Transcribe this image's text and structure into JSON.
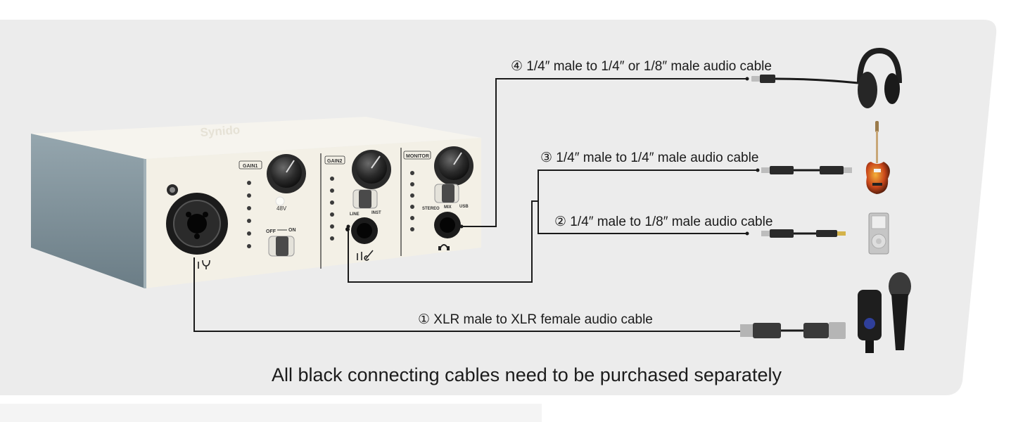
{
  "device": {
    "brand": "Synido",
    "knob_labels": [
      "GAIN1",
      "GAIN2",
      "MONITOR"
    ],
    "phantom_label": "48V",
    "phantom_switch": [
      "OFF",
      "ON"
    ],
    "line_inst": [
      "LINE",
      "INST"
    ],
    "monitor_modes": [
      "STEREO",
      "MIX",
      "USB"
    ]
  },
  "cables": [
    {
      "label": "④ 1/4″ male to 1/4″ or 1/8″ male audio cable",
      "target": "headphones-icon"
    },
    {
      "label": "③ 1/4″ male to 1/4″ male audio cable",
      "target": "electric-guitar-icon"
    },
    {
      "label": "② 1/4″ male to 1/8″ male audio cable",
      "target": "music-player-icon"
    },
    {
      "label": "① XLR male to XLR female audio cable",
      "target": "microphones-icon"
    }
  ],
  "footer_note": "All black connecting cables need to be purchased separately",
  "colors": {
    "panel": "#ececec",
    "device_face": "#f3f0e6",
    "device_side": "#7f939c",
    "cable": "#1a1a1a",
    "guitar_body": "#c9461a"
  }
}
